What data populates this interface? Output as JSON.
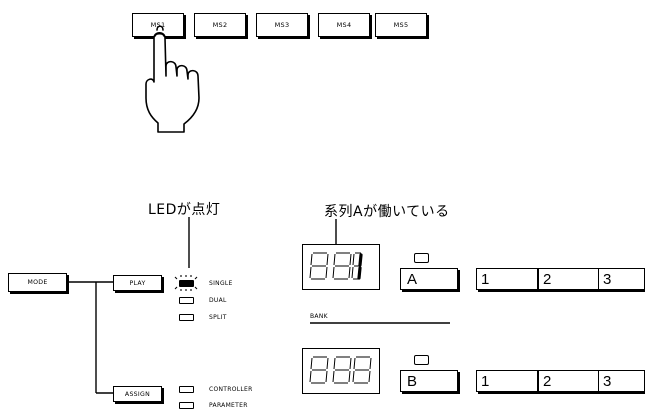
{
  "ms_buttons": [
    "MS1",
    "MS2",
    "MS3",
    "MS4",
    "MS5"
  ],
  "annotations": {
    "led_lit": "LEDが点灯",
    "system_active": "系列Aが働いている"
  },
  "mode_button": "MODE",
  "play_button": "PLAY",
  "assign_button": "ASSIGN",
  "play_modes": [
    "SINGLE",
    "DUAL",
    "SPLIT"
  ],
  "assign_modes": [
    "CONTROLLER",
    "PARAMETER"
  ],
  "active_play_mode": "SINGLE",
  "bank_label": "BANK",
  "bank_a": {
    "letter": "A",
    "numbers": [
      "1",
      "2",
      "3"
    ]
  },
  "bank_b": {
    "letter": "B",
    "numbers": [
      "1",
      "2",
      "3"
    ]
  }
}
